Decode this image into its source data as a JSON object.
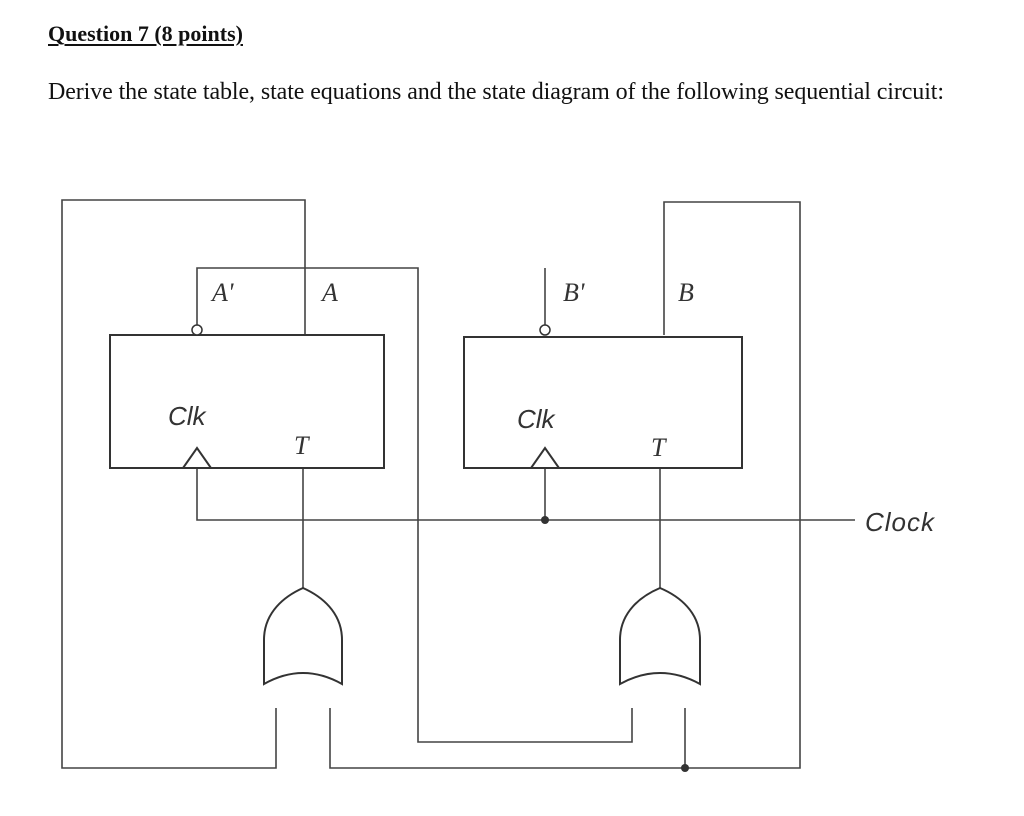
{
  "question": {
    "heading": "Question 7 (8 points)",
    "prompt": "Derive the state table, state equations and the state diagram of the following sequential circuit:"
  },
  "diagram": {
    "flipflop_a": {
      "complement_output": "A'",
      "output": "A",
      "clock_input": "Clk",
      "t_input": "T"
    },
    "flipflop_b": {
      "complement_output": "B'",
      "output": "B",
      "clock_input": "Clk",
      "t_input": "T"
    },
    "clock_line": "Clock"
  }
}
